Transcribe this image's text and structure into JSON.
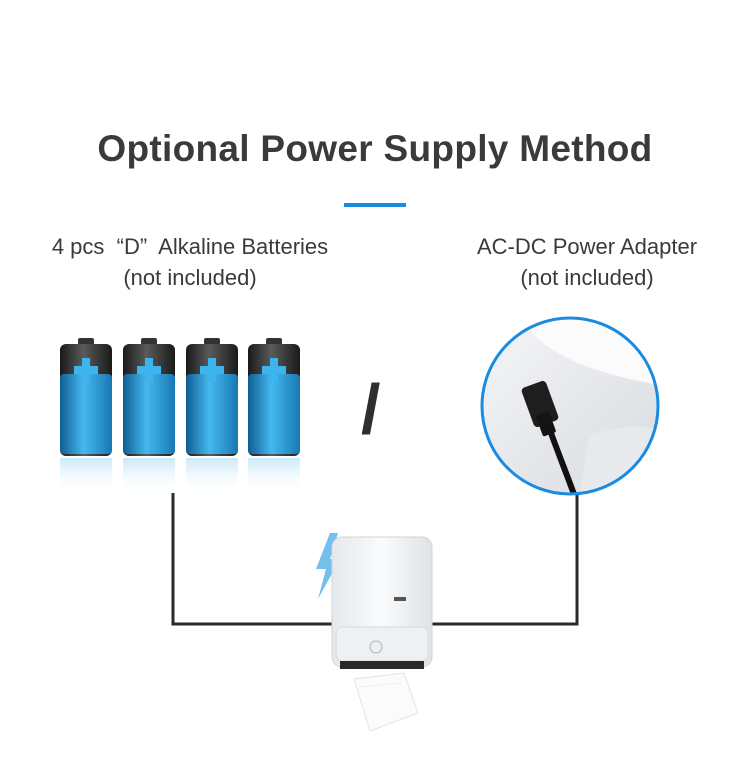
{
  "header": {
    "title": "Optional Power Supply Method"
  },
  "options": {
    "batteries": {
      "line1": "4 pcs  “D”  Alkaline Batteries",
      "line2": "(not included)",
      "icon": "battery-icon",
      "count": 4
    },
    "separator": "/",
    "adapter": {
      "line1": "AC-DC Power Adapter",
      "line2": "(not included)",
      "icon": "power-adapter-plug-photo"
    }
  },
  "device": {
    "icon": "paper-towel-dispenser",
    "badge_icon": "lightning-icon"
  },
  "colors": {
    "accent": "#1a8be0",
    "battery_blue": "#2a9bd8",
    "battery_cap": "#2b2b2b",
    "wire": "#2a2a2a"
  }
}
